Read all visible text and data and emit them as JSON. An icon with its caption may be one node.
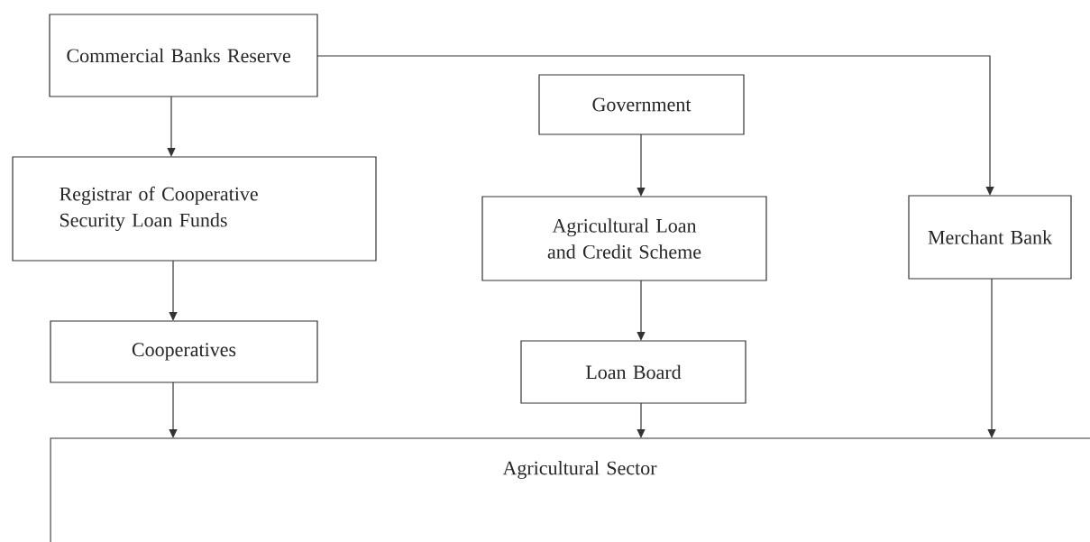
{
  "diagram": {
    "nodes": [
      {
        "text": [
          "Commercial Banks Reserve"
        ]
      },
      {
        "text": [
          "Government"
        ]
      },
      {
        "text": [
          "Registrar of Cooperative Security Loan Funds"
        ]
      },
      {
        "text": [
          "Agricultural Loan and Credit Scheme"
        ]
      },
      {
        "text": [
          "Merchant Bank"
        ]
      },
      {
        "text": [
          "Cooperatives"
        ]
      },
      {
        "text": [
          "Loan Board"
        ]
      },
      {
        "text": [
          "Agricultural Sector"
        ]
      }
    ],
    "edges": [
      {
        "from": 0,
        "to": 2,
        "arrow": "to"
      },
      {
        "from": 0,
        "to": 4,
        "arrow": "to"
      },
      {
        "from": 1,
        "to": 3,
        "arrow": "to"
      },
      {
        "from": 2,
        "to": 5,
        "arrow": "to"
      },
      {
        "from": 3,
        "to": 6,
        "arrow": "to"
      },
      {
        "from": 5,
        "to": 7,
        "arrow": "to"
      },
      {
        "from": 6,
        "to": 7,
        "arrow": "to"
      },
      {
        "from": 4,
        "to": 7,
        "arrow": "to"
      }
    ]
  }
}
